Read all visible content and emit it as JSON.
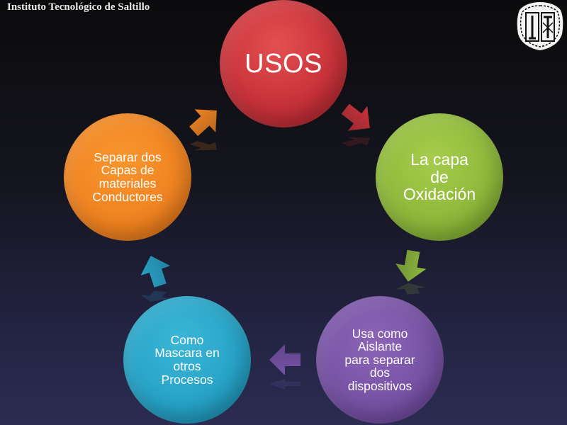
{
  "header": {
    "title": "Instituto Tecnológico de Saltillo"
  },
  "diagram": {
    "nodes": [
      {
        "id": "usos",
        "label": "USOS",
        "color": "#c8323a"
      },
      {
        "id": "capa",
        "label": "La capa\nde\nOxidación",
        "color": "#8db83a"
      },
      {
        "id": "aislante",
        "label": "Usa como\nAislante\npara separar\ndos\ndispositivos",
        "color": "#7652a4"
      },
      {
        "id": "mascara",
        "label": "Como\nMascara en\notros\nProcesos",
        "color": "#26a2c6"
      },
      {
        "id": "separar",
        "label": "Separar dos\nCapas de\nmateriales\nConductores",
        "color": "#f08321"
      }
    ],
    "arrows": [
      {
        "from": "usos",
        "to": "capa",
        "color": "#c8323a"
      },
      {
        "from": "capa",
        "to": "aislante",
        "color": "#8db83a"
      },
      {
        "from": "aislante",
        "to": "mascara",
        "color": "#7652a4"
      },
      {
        "from": "mascara",
        "to": "separar",
        "color": "#26a2c6"
      },
      {
        "from": "separar",
        "to": "usos",
        "color": "#f08321"
      }
    ]
  },
  "logo": {
    "icon": "institute-seal-icon"
  }
}
